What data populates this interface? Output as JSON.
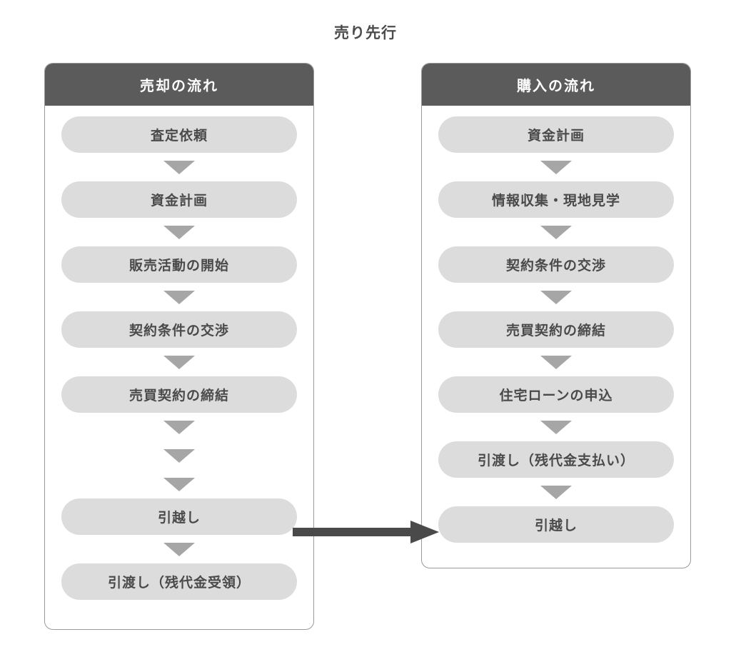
{
  "diagram": {
    "title": "売り先行",
    "type": "flowchart",
    "accent_header_color": "#5b5b5b",
    "pill_color": "#dcdcdc",
    "arrow_color": "#a6a6a6",
    "cross_arrow_color": "#4a4a4a",
    "text_color": "#4a4a4a",
    "background": "#ffffff"
  },
  "columns": [
    {
      "id": "sell",
      "header": "売却の流れ",
      "steps": [
        {
          "label": "査定依頼"
        },
        {
          "label": "資金計画"
        },
        {
          "label": "販売活動の開始"
        },
        {
          "label": "契約条件の交渉"
        },
        {
          "label": "売買契約の締結"
        },
        {
          "label": "引越し"
        },
        {
          "label": "引渡し（残代金受領）"
        }
      ],
      "gap_arrow_count": 3,
      "gap_after_step_index": 4
    },
    {
      "id": "buy",
      "header": "購入の流れ",
      "steps": [
        {
          "label": "資金計画"
        },
        {
          "label": "情報収集・現地見学"
        },
        {
          "label": "契約条件の交渉"
        },
        {
          "label": "売買契約の締結"
        },
        {
          "label": "住宅ローンの申込"
        },
        {
          "label": "引渡し（残代金支払い）"
        },
        {
          "label": "引越し"
        }
      ],
      "gap_arrow_count": 0,
      "gap_after_step_index": -1
    }
  ],
  "cross_link": {
    "from": "売却の流れ / 引越し",
    "to": "購入の流れ / 引越し",
    "label": ""
  }
}
